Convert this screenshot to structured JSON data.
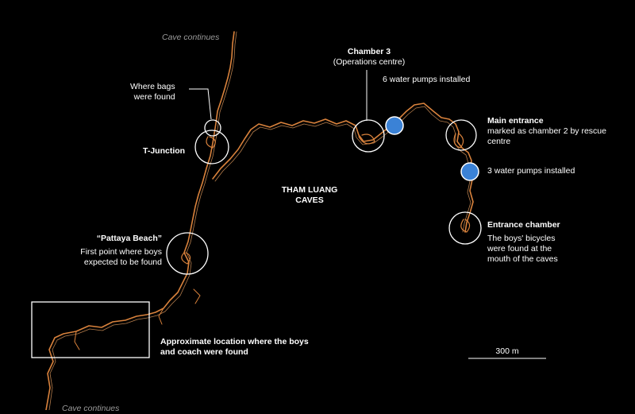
{
  "map": {
    "colors": {
      "background": "#000000",
      "cave_path": "#d9823c",
      "cave_path_highlight": "#f2a766",
      "marker_outline": "#ffffff",
      "pump_marker": "#3b82d6"
    },
    "labels": {
      "cave_continues_top": "Cave continues",
      "cave_continues_bottom": "Cave continues",
      "where_bags": "Where bags\nwere found",
      "t_junction": "T-Junction",
      "chamber3_title": "Chamber 3",
      "chamber3_sub": "(Operations centre)",
      "pumps_6": "6 water pumps installed",
      "main_entrance_title": "Main entrance",
      "main_entrance_sub": "marked as chamber 2 by rescue\ncentre",
      "pumps_3": "3 water pumps installed",
      "tham_luang": "THAM LUANG\nCAVES",
      "entrance_chamber_title": "Entrance chamber",
      "entrance_chamber_sub": "The boys' bicycles\nwere found at the\nmouth of the caves",
      "pattaya_title": "“Pattaya Beach”",
      "pattaya_sub": "First point where boys\nexpected to be found",
      "boys_location": "Approximate location where the boys\nand coach were found",
      "scale": "300 m"
    },
    "markers": [
      {
        "name": "bags-circle",
        "type": "circle"
      },
      {
        "name": "t-junction-circle",
        "type": "circle"
      },
      {
        "name": "chamber3-circle",
        "type": "circle"
      },
      {
        "name": "main-entrance-circle",
        "type": "circle"
      },
      {
        "name": "entrance-chamber-circle",
        "type": "circle"
      },
      {
        "name": "pattaya-circle",
        "type": "circle"
      },
      {
        "name": "pump-6-dot",
        "type": "pump"
      },
      {
        "name": "pump-3-dot",
        "type": "pump"
      },
      {
        "name": "boys-location-box",
        "type": "rectangle"
      }
    ]
  }
}
